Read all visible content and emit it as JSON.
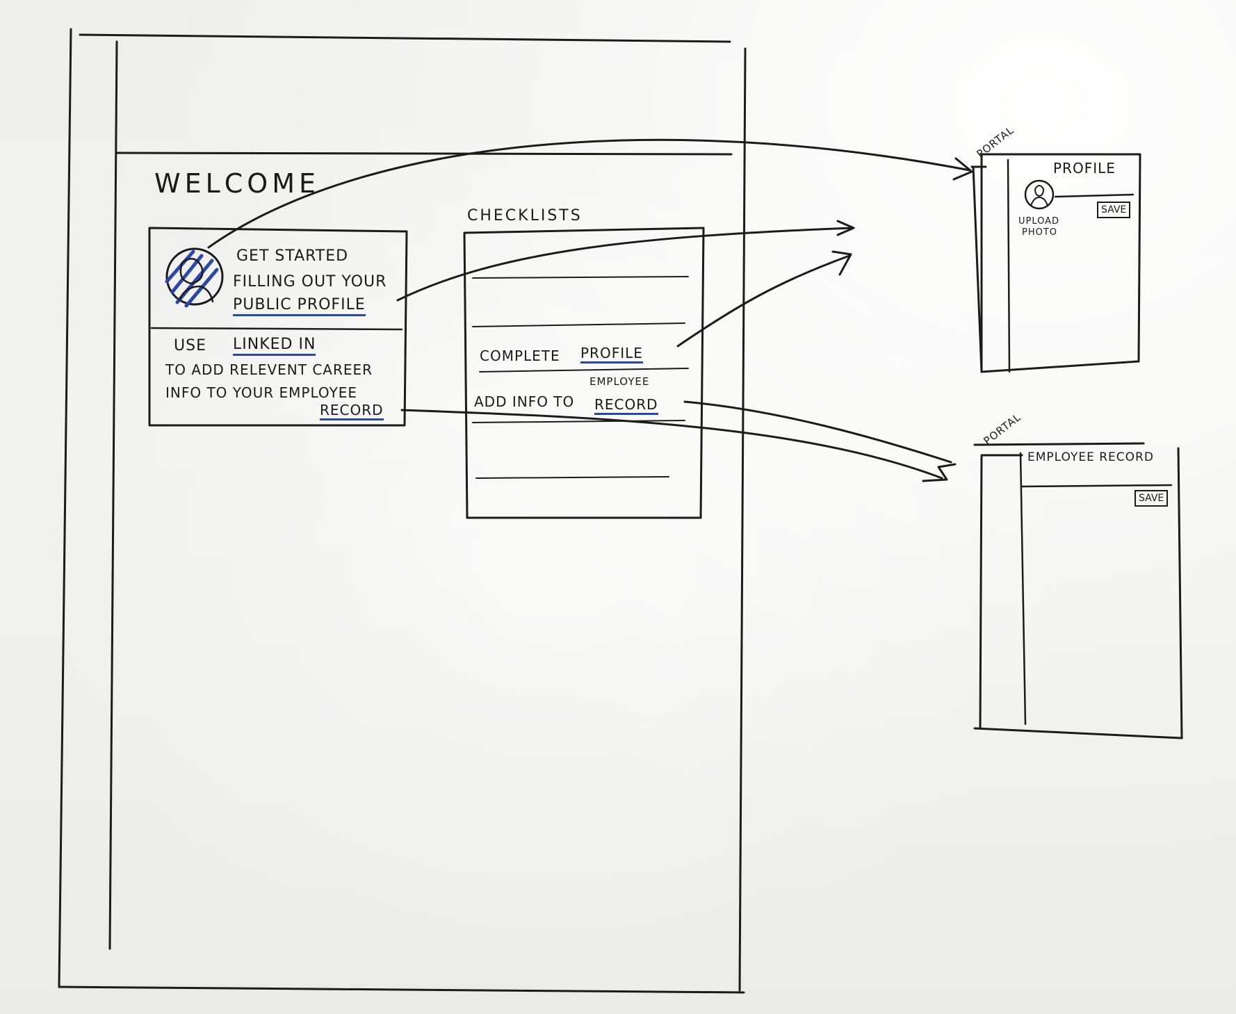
{
  "main_screen": {
    "welcome": "WELCOME",
    "card": {
      "line1": "GET STARTED",
      "line2": "FILLING OUT YOUR",
      "line3": "PUBLIC PROFILE",
      "line4_prefix": "USE",
      "line4_link": "LINKED IN",
      "line5": "TO ADD RELEVENT CAREER",
      "line6": "INFO TO YOUR EMPLOYEE",
      "line7": "RECORD"
    },
    "checklists": {
      "title": "CHECKLISTS",
      "item_profile_prefix": "COMPLETE",
      "item_profile_link": "PROFILE",
      "item_record_prefix": "ADD INFO TO",
      "item_record_top": "EMPLOYEE",
      "item_record_link": "RECORD"
    }
  },
  "profile_screen": {
    "portal_label": "PORTAL",
    "title": "PROFILE",
    "upload_label_1": "UPLOAD",
    "upload_label_2": "PHOTO",
    "save": "SAVE"
  },
  "record_screen": {
    "portal_label": "PORTAL",
    "title": "EMPLOYEE RECORD",
    "save": "SAVE"
  },
  "colors": {
    "ink": "#1b1b1b",
    "blue_marker": "#2a48a8",
    "board": "#f0f0ee"
  }
}
